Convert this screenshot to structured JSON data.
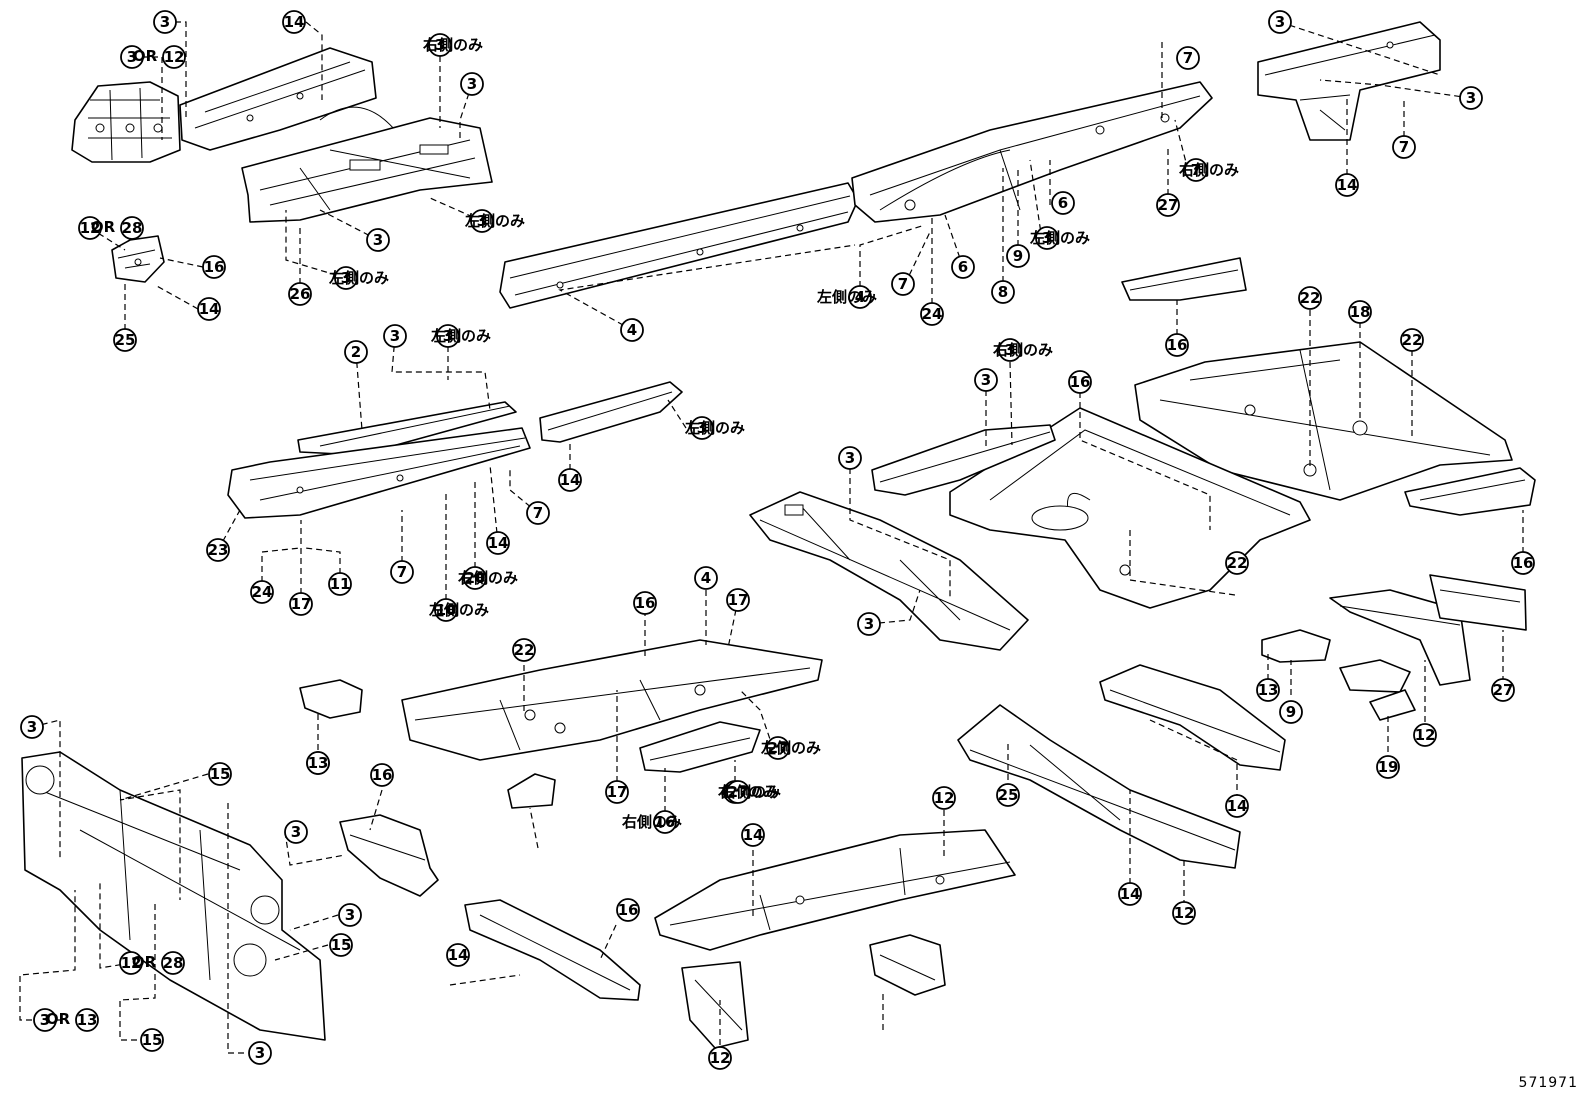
{
  "diagram_code": "571971",
  "labels": {
    "right_only": "右側のみ",
    "left_only": "左側のみ",
    "or": "OR"
  },
  "callouts": [
    {
      "ref": "3"
    },
    {
      "ref": "14"
    },
    {
      "ref": "3",
      "alt": "12"
    },
    {
      "ref": "3",
      "note": "right_only"
    },
    {
      "ref": "3"
    },
    {
      "ref": "3",
      "note": "left_only"
    },
    {
      "ref": "3"
    },
    {
      "ref": "3",
      "note": "left_only"
    },
    {
      "ref": "26"
    },
    {
      "ref": "12",
      "alt": "28"
    },
    {
      "ref": "16"
    },
    {
      "ref": "14"
    },
    {
      "ref": "25"
    },
    {
      "ref": "7"
    },
    {
      "ref": "7",
      "note": "right_only"
    },
    {
      "ref": "27"
    },
    {
      "ref": "6"
    },
    {
      "ref": "3",
      "note": "left_only"
    },
    {
      "ref": "9"
    },
    {
      "ref": "6"
    },
    {
      "ref": "8"
    },
    {
      "ref": "4",
      "note": "left_only"
    },
    {
      "ref": "7"
    },
    {
      "ref": "24"
    },
    {
      "ref": "4"
    },
    {
      "ref": "3"
    },
    {
      "ref": "3"
    },
    {
      "ref": "7"
    },
    {
      "ref": "14"
    },
    {
      "ref": "2"
    },
    {
      "ref": "3"
    },
    {
      "ref": "3",
      "note": "left_only"
    },
    {
      "ref": "3",
      "note": "left_only"
    },
    {
      "ref": "14"
    },
    {
      "ref": "7"
    },
    {
      "ref": "14"
    },
    {
      "ref": "23"
    },
    {
      "ref": "24"
    },
    {
      "ref": "17"
    },
    {
      "ref": "11"
    },
    {
      "ref": "7"
    },
    {
      "ref": "20",
      "note": "right_only"
    },
    {
      "ref": "10",
      "note": "left_only"
    },
    {
      "ref": "16"
    },
    {
      "ref": "22"
    },
    {
      "ref": "18"
    },
    {
      "ref": "22"
    },
    {
      "ref": "16"
    },
    {
      "ref": "3",
      "note": "right_only"
    },
    {
      "ref": "3"
    },
    {
      "ref": "16"
    },
    {
      "ref": "3"
    },
    {
      "ref": "3"
    },
    {
      "ref": "22"
    },
    {
      "ref": "16"
    },
    {
      "ref": "4"
    },
    {
      "ref": "17"
    },
    {
      "ref": "22"
    },
    {
      "ref": "27",
      "note": "left_only"
    },
    {
      "ref": "27",
      "note": "right_only"
    },
    {
      "ref": "17"
    },
    {
      "ref": "16",
      "note": "right_only"
    },
    {
      "ref": "27",
      "note": "right_only"
    },
    {
      "ref": "12"
    },
    {
      "ref": "13"
    },
    {
      "ref": "9"
    },
    {
      "ref": "12"
    },
    {
      "ref": "19"
    },
    {
      "ref": "27"
    },
    {
      "ref": "14"
    },
    {
      "ref": "25"
    },
    {
      "ref": "14"
    },
    {
      "ref": "12"
    },
    {
      "ref": "13"
    },
    {
      "ref": "3"
    },
    {
      "ref": "15"
    },
    {
      "ref": "3"
    },
    {
      "ref": "15"
    },
    {
      "ref": "12",
      "alt": "28"
    },
    {
      "ref": "3",
      "alt": "13"
    },
    {
      "ref": "15"
    },
    {
      "ref": "3"
    },
    {
      "ref": "16"
    },
    {
      "ref": "3"
    },
    {
      "ref": "16"
    },
    {
      "ref": "14"
    },
    {
      "ref": "14"
    },
    {
      "ref": "12"
    },
    {
      "ref": "12"
    }
  ]
}
